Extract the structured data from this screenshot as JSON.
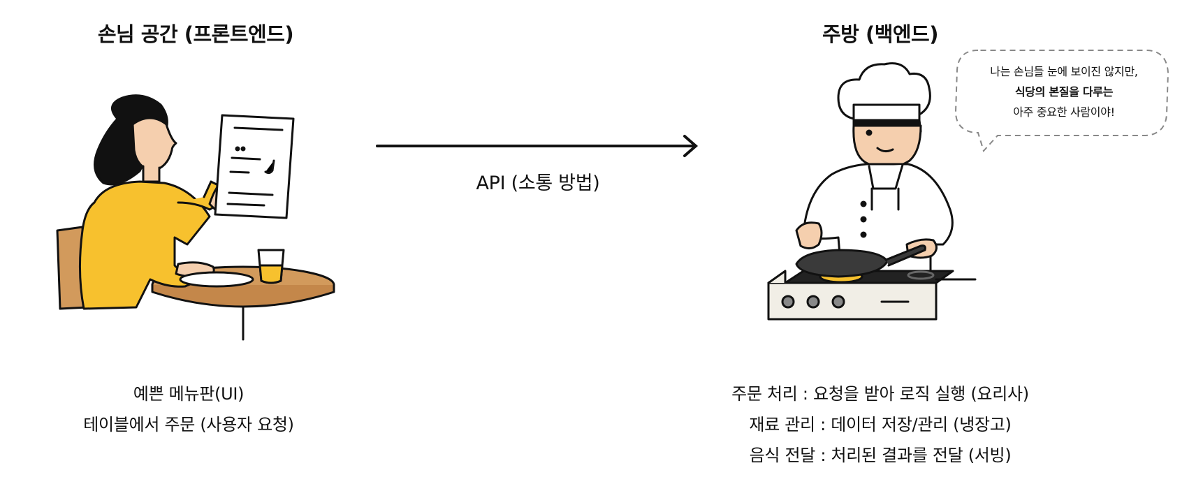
{
  "left": {
    "title": "손님 공간 (프론트엔드)",
    "captions": [
      "예쁜 메뉴판(UI)",
      "테이블에서 주문 (사용자 요청)"
    ]
  },
  "right": {
    "title": "주방 (백엔드)",
    "captions": [
      "주문 처리 : 요청을 받아 로직 실행 (요리사)",
      "재료 관리 : 데이터 저장/관리 (냉장고)",
      "음식 전달 : 처리된 결과를 전달 (서빙)"
    ],
    "speech": {
      "line1": "나는 손님들 눈에 보이진 않지만,",
      "line2": "식당의 본질을 다루는",
      "line3": "아주 중요한 사람이야!"
    }
  },
  "connector": {
    "label": "API (소통 방법)"
  },
  "colors": {
    "accent_yellow": "#F7C12E",
    "wood": "#D29A5C",
    "ink": "#111111"
  },
  "icons": {
    "customer": "woman-reading-menu-icon",
    "chef": "chef-cooking-icon",
    "arrow": "arrow-right-icon"
  }
}
